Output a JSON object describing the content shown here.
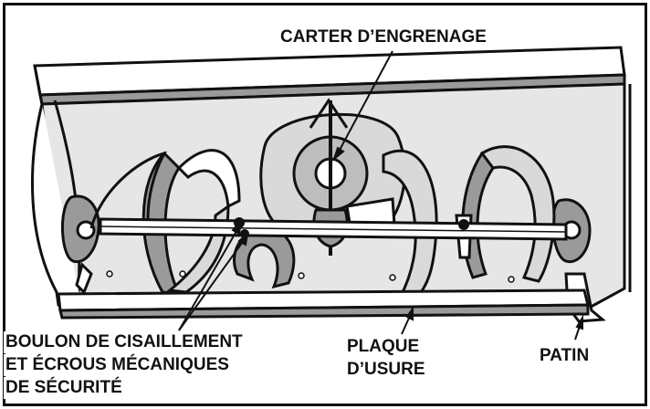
{
  "labels": {
    "gearbox": "CARTER D’ENGRENAGE",
    "shear_bolt_line1": "BOULON DE CISAILLEMENT",
    "shear_bolt_line2": "ET  ÉCROUS MÉCANIQUES",
    "shear_bolt_line3": "DE SÉCURITÉ",
    "wear_plate_line1": "PLAQUE",
    "wear_plate_line2": "D’USURE",
    "skid_shoe": "PATIN"
  },
  "colors": {
    "ink": "#111111",
    "shade": "#9a9a9a",
    "light": "#d9d9d9",
    "paper": "#ffffff"
  }
}
